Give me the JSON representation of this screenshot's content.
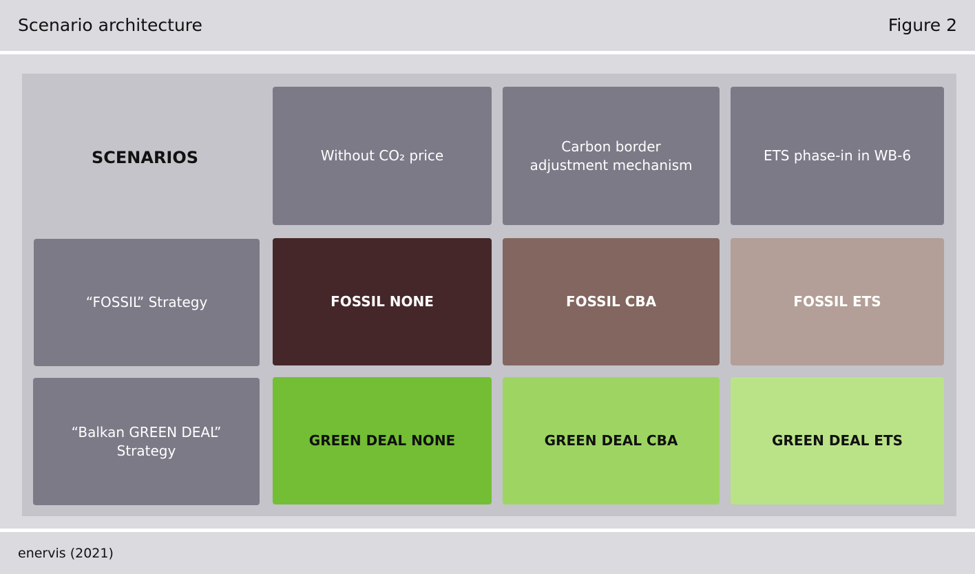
{
  "header": {
    "title": "Scenario architecture",
    "figure_label": "Figure 2"
  },
  "footer": {
    "source": "enervis (2021)"
  },
  "matrix": {
    "corner_label": "SCENARIOS",
    "columns": [
      {
        "label": "Without CO₂ price"
      },
      {
        "label_line1": "Carbon border",
        "label_line2": "adjustment mechanism"
      },
      {
        "label": "ETS phase-in in WB-6"
      }
    ],
    "rows": [
      {
        "label": "“FOSSIL” Strategy"
      },
      {
        "label_line1": "“Balkan GREEN DEAL”",
        "label_line2": "Strategy"
      }
    ],
    "cells": [
      [
        {
          "label": "FOSSIL NONE",
          "color": "#45272a"
        },
        {
          "label": "FOSSIL CBA",
          "color": "#82665f"
        },
        {
          "label": "FOSSIL ETS",
          "color": "#b39f97"
        }
      ],
      [
        {
          "label": "GREEN DEAL NONE",
          "color": "#73be34"
        },
        {
          "label": "GREEN DEAL CBA",
          "color": "#9ed562"
        },
        {
          "label": "GREEN DEAL ETS",
          "color": "#bae387"
        }
      ]
    ],
    "header_color": "#7c7a87",
    "panel_color": "#c4c4ca"
  }
}
